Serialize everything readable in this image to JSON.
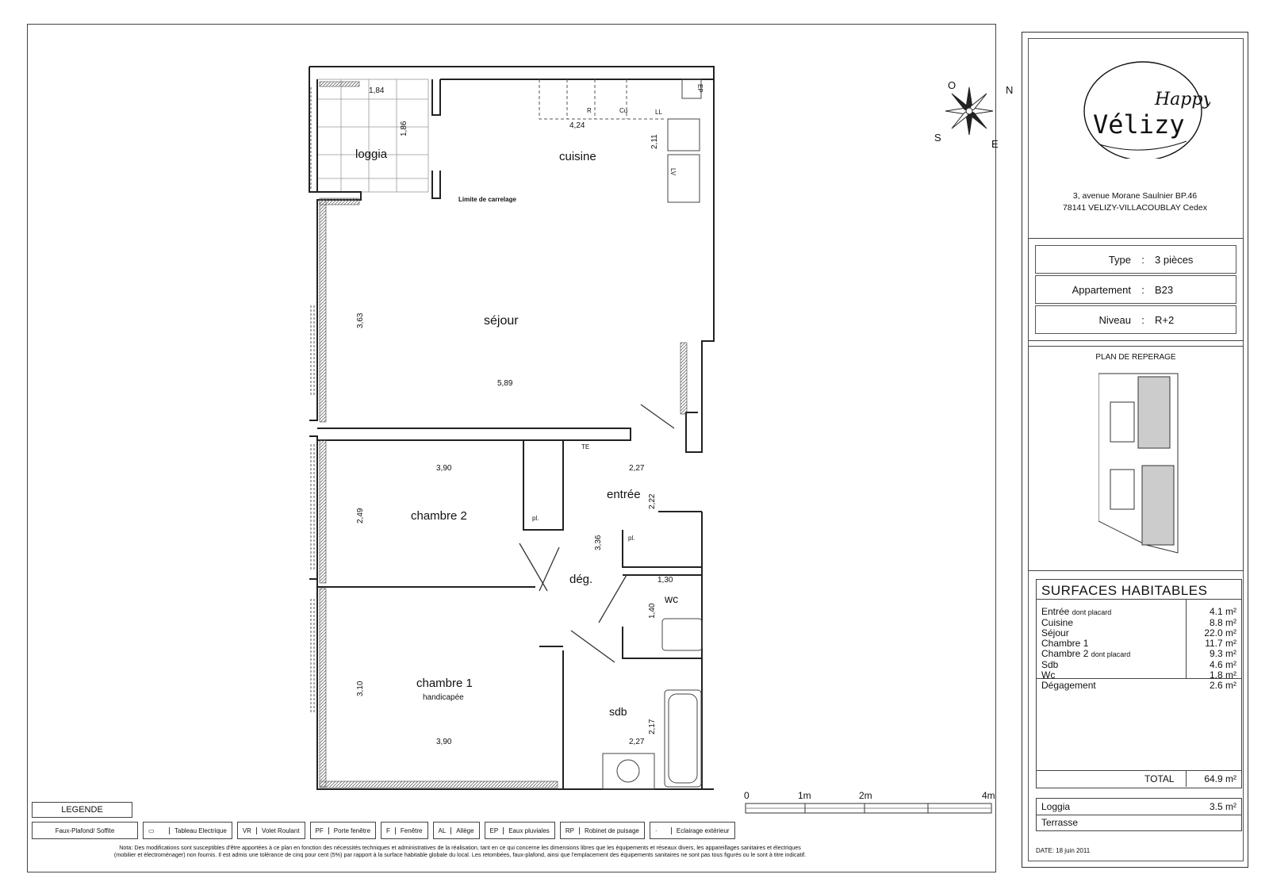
{
  "plan": {
    "rooms": {
      "loggia": "loggia",
      "cuisine": "cuisine",
      "sejour": "séjour",
      "chambre2": "chambre 2",
      "entree": "entrée",
      "deg": "dég.",
      "wc": "wc",
      "chambre1": "chambre 1",
      "chambre1_sub": "handicapée",
      "sdb": "sdb"
    },
    "dims": {
      "loggia_w": "1,84",
      "loggia_h": "1,86",
      "cuisine_w": "4,24",
      "cuisine_h": "2,11",
      "sejour_h": "3,63",
      "sejour_w": "5,89",
      "ch2_w": "3,90",
      "ch2_h": "2,49",
      "entree_w": "2,27",
      "entree_h": "2,22",
      "deg_h": "3,36",
      "wc_w": "1,30",
      "wc_h": "1,40",
      "ch1_h": "3,10",
      "ch1_w": "3,90",
      "sdb_h": "2,17",
      "sdb_w": "2,27"
    },
    "small_labels": {
      "r": "R",
      "cu": "Cu",
      "ll": "LL",
      "lv": "LV",
      "te": "TE",
      "pl1": "pl.",
      "pl2": "pl.",
      "ep": "EP",
      "limite": "Limite de carrelage"
    },
    "compass": {
      "o": "O",
      "n": "N",
      "s": "S",
      "e": "E"
    },
    "scale": {
      "s0": "0",
      "s1": "1m",
      "s2": "2m",
      "s4": "4m"
    }
  },
  "title_block": {
    "logo_top": "Happy",
    "logo_main": "Vélizy",
    "address_line1": "3, avenue Morane Saulnier BP.46",
    "address_line2": "78141 VELIZY-VILLACOUBLAY Cedex",
    "info": [
      {
        "key": "Type",
        "value": "3 pièces"
      },
      {
        "key": "Appartement",
        "value": "B23"
      },
      {
        "key": "Niveau",
        "value": "R+2"
      }
    ],
    "reperage_title": "PLAN DE REPERAGE",
    "surfaces_title": "SURFACES HABITABLES",
    "surfaces": [
      {
        "label": "Entrée",
        "note": "dont placard",
        "value": "4.1 m²"
      },
      {
        "label": "Cuisine",
        "note": "",
        "value": "8.8 m²"
      },
      {
        "label": "Séjour",
        "note": "",
        "value": "22.0 m²"
      },
      {
        "label": "Chambre 1",
        "note": "",
        "value": "11.7 m²"
      },
      {
        "label": "Chambre 2",
        "note": "dont placard",
        "value": "9.3 m²"
      },
      {
        "label": "Sdb",
        "note": "",
        "value": "4.6 m²"
      },
      {
        "label": "Wc",
        "note": "",
        "value": "1.8 m²"
      },
      {
        "label": "Dégagement",
        "note": "",
        "value": "2.6 m²"
      }
    ],
    "total_label": "TOTAL",
    "total_value": "64.9 m²",
    "loggia_label": "Loggia",
    "loggia_value": "3.5 m²",
    "terrasse_label": "Terrasse",
    "date": "DATE: 18 juin 2011"
  },
  "legend": {
    "title": "LEGENDE",
    "items": [
      {
        "code": "",
        "label": "Faux-Plafond/ Soffite"
      },
      {
        "code": "",
        "label": "Tableau Electrique"
      },
      {
        "code": "VR",
        "label": "Volet Roulant"
      },
      {
        "code": "PF",
        "label": "Porte fenêtre"
      },
      {
        "code": "F",
        "label": "Fenêtre"
      },
      {
        "code": "AL",
        "label": "Allège"
      },
      {
        "code": "EP",
        "label": "Eaux pluviales"
      },
      {
        "code": "RP",
        "label": "Robinet de puisage"
      },
      {
        "code": "",
        "label": "Eclairage extérieur"
      }
    ],
    "note_line1": "Nota:  Des modifications sont susceptibles d'être apportées à ce plan en fonction des nécessités techniques et administratives de la réalisation, tant en ce qui concerne les dimensions libres que les équipements et réseaux divers, les appareillages sanitaires et électriques",
    "note_line2": "(mobilier et électroménager) non fournis. Il est admis une tolérance de cinq pour cent (5%) par rapport à la surface habitable globale du local. Les retombées, faux-plafond, ainsi que l'emplacement des équipements sanitaires ne sont pas tous figurés ou le sont à titre indicatif."
  }
}
